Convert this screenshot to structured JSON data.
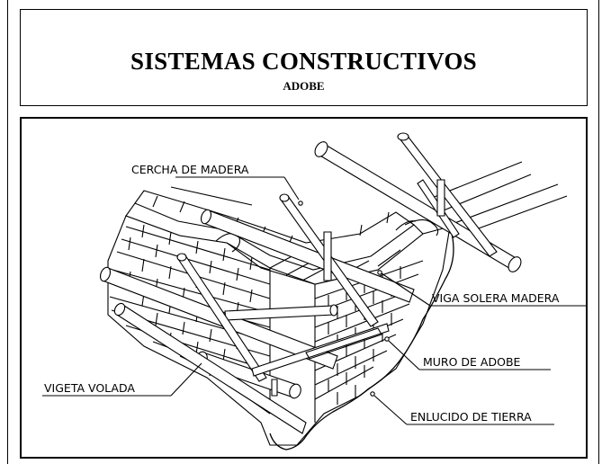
{
  "title": "SISTEMAS CONSTRUCTIVOS",
  "subtitle": "ADOBE",
  "labels": {
    "cercha": "CERCHA DE MADERA",
    "viga_solera": "VIGA SOLERA MADERA",
    "muro": "MURO DE ADOBE",
    "vigeta": "VIGETA VOLADA",
    "enlucido": "ENLUCIDO DE TIERRA"
  },
  "colors": {
    "line": "#000000",
    "background": "#ffffff"
  }
}
